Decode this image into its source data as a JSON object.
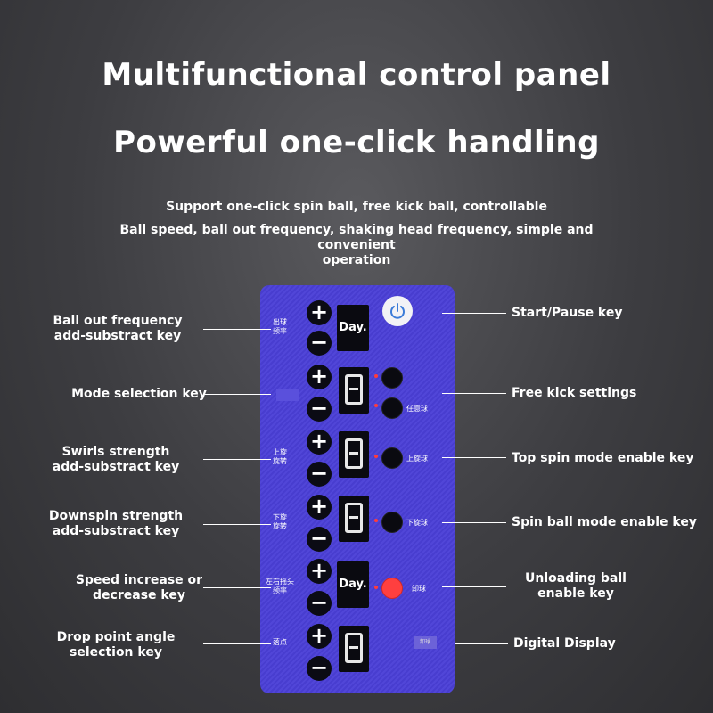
{
  "header": {
    "title1": "Multifunctional control panel",
    "title2": "Powerful one-click handling",
    "sub1": "Support one-click spin ball, free kick ball, controllable",
    "sub2a": "Ball speed, ball out frequency, shaking head frequency, simple and convenient",
    "sub2b": "operation"
  },
  "panel": {
    "plus": "+",
    "minus": "−",
    "day": "Day.",
    "cn_freq1": "出球",
    "cn_freq2": "频率",
    "cn_free": "任意球",
    "cn_top1": "上旋",
    "cn_top2": "旋转",
    "cn_topball": "上旋球",
    "cn_down1": "下旋",
    "cn_down2": "旋转",
    "cn_downball": "下旋球",
    "cn_shake1": "左右摇头",
    "cn_shake2": "频率",
    "cn_unload": "卸球",
    "cn_drop": "落点",
    "cn_badge": "卸球"
  },
  "labels": {
    "freq1": "Ball out frequency",
    "freq2": "add-substract key",
    "mode": "Mode selection key",
    "swirl1": "Swirls strength",
    "swirl2": "add-substract key",
    "down1": "Downspin strength",
    "down2": "add-substract key",
    "speed1": "Speed increase or",
    "speed2": "decrease key",
    "drop1": "Drop point angle",
    "drop2": "selection key",
    "start": "Start/Pause key",
    "free": "Free kick settings",
    "topspin": "Top spin mode enable key",
    "spinball": "Spin ball mode enable key",
    "unload1": "Unloading ball",
    "unload2": "enable key",
    "digital": "Digital Display"
  },
  "colors": {
    "panel": "#4a3fd6",
    "led": "#ff3b3b",
    "unload_button": "#ff3f3f"
  }
}
